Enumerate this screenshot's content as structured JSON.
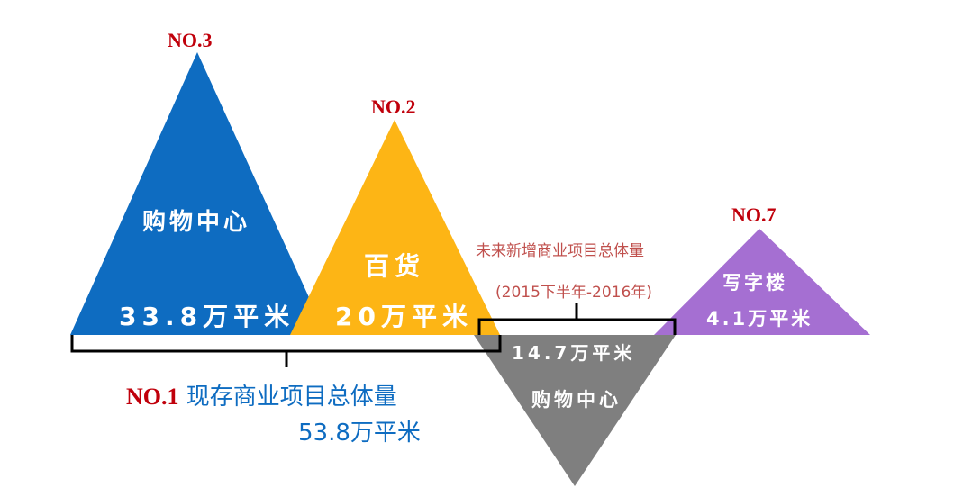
{
  "colors": {
    "blue": "#0E6CC1",
    "yellow": "#FDB515",
    "gray": "#7F7F7F",
    "purple": "#A56FD2",
    "red": "#C0000B",
    "summary_blue": "#0E6CC1",
    "future_red": "#C0504D",
    "bracket": "#000000"
  },
  "shopping": {
    "rank": "NO.3",
    "name": "购物中心",
    "area": "33.8万平米"
  },
  "department": {
    "rank": "NO.2",
    "name": "百货",
    "area": "20万平米"
  },
  "office": {
    "rank": "NO.7",
    "name": "写字楼",
    "area": "4.1万平米"
  },
  "future": {
    "title": "未来新增商业项目总体量",
    "period": "(2015下半年-2016年)",
    "area": "14.7万平米",
    "name": "购物中心"
  },
  "summary": {
    "rank": "NO.1",
    "title": " 现存商业项目总体量",
    "area": "53.8万平米"
  }
}
